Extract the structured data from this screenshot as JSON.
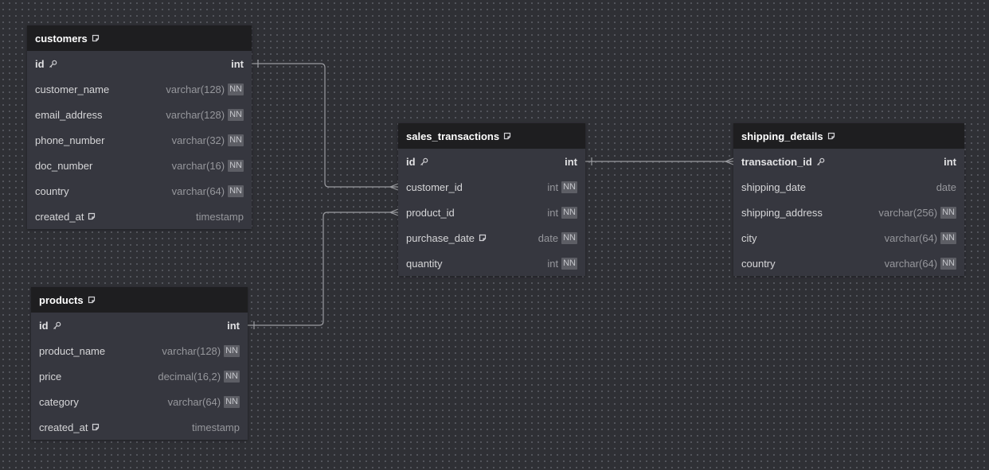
{
  "colors": {
    "background": "#2f3035",
    "header": "#1e1e20",
    "table": "#36373f",
    "line": "#9a9ba0"
  },
  "tables": [
    {
      "key": "customers",
      "name": "customers",
      "columns": [
        {
          "name": "id",
          "type": "int",
          "pk": true,
          "key_icon": "key-icon"
        },
        {
          "name": "customer_name",
          "type": "varchar(128)",
          "nn": "NN"
        },
        {
          "name": "email_address",
          "type": "varchar(128)",
          "nn": "NN"
        },
        {
          "name": "phone_number",
          "type": "varchar(32)",
          "nn": "NN"
        },
        {
          "name": "doc_number",
          "type": "varchar(16)",
          "nn": "NN"
        },
        {
          "name": "country",
          "type": "varchar(64)",
          "nn": "NN"
        },
        {
          "name": "created_at",
          "type": "timestamp",
          "note_icon": "note-icon"
        }
      ]
    },
    {
      "key": "products",
      "name": "products",
      "columns": [
        {
          "name": "id",
          "type": "int",
          "pk": true,
          "key_icon": "key-icon"
        },
        {
          "name": "product_name",
          "type": "varchar(128)",
          "nn": "NN"
        },
        {
          "name": "price",
          "type": "decimal(16,2)",
          "nn": "NN"
        },
        {
          "name": "category",
          "type": "varchar(64)",
          "nn": "NN"
        },
        {
          "name": "created_at",
          "type": "timestamp",
          "note_icon": "note-icon"
        }
      ]
    },
    {
      "key": "sales_transactions",
      "name": "sales_transactions",
      "columns": [
        {
          "name": "id",
          "type": "int",
          "pk": true,
          "key_icon": "key-icon"
        },
        {
          "name": "customer_id",
          "type": "int",
          "nn": "NN"
        },
        {
          "name": "product_id",
          "type": "int",
          "nn": "NN"
        },
        {
          "name": "purchase_date",
          "type": "date",
          "nn": "NN",
          "note_icon": "note-icon"
        },
        {
          "name": "quantity",
          "type": "int",
          "nn": "NN"
        }
      ]
    },
    {
      "key": "shipping_details",
      "name": "shipping_details",
      "columns": [
        {
          "name": "transaction_id",
          "type": "int",
          "pk": true,
          "key_icon": "key-icon"
        },
        {
          "name": "shipping_date",
          "type": "date"
        },
        {
          "name": "shipping_address",
          "type": "varchar(256)",
          "nn": "NN"
        },
        {
          "name": "city",
          "type": "varchar(64)",
          "nn": "NN"
        },
        {
          "name": "country",
          "type": "varchar(64)",
          "nn": "NN"
        }
      ]
    }
  ],
  "relationships": [
    {
      "from_table": "customers",
      "from_column": "id",
      "to_table": "sales_transactions",
      "to_column": "customer_id",
      "cardinality": "one-to-many"
    },
    {
      "from_table": "products",
      "from_column": "id",
      "to_table": "sales_transactions",
      "to_column": "product_id",
      "cardinality": "one-to-many"
    },
    {
      "from_table": "sales_transactions",
      "from_column": "id",
      "to_table": "shipping_details",
      "to_column": "transaction_id",
      "cardinality": "one-to-many"
    }
  ]
}
